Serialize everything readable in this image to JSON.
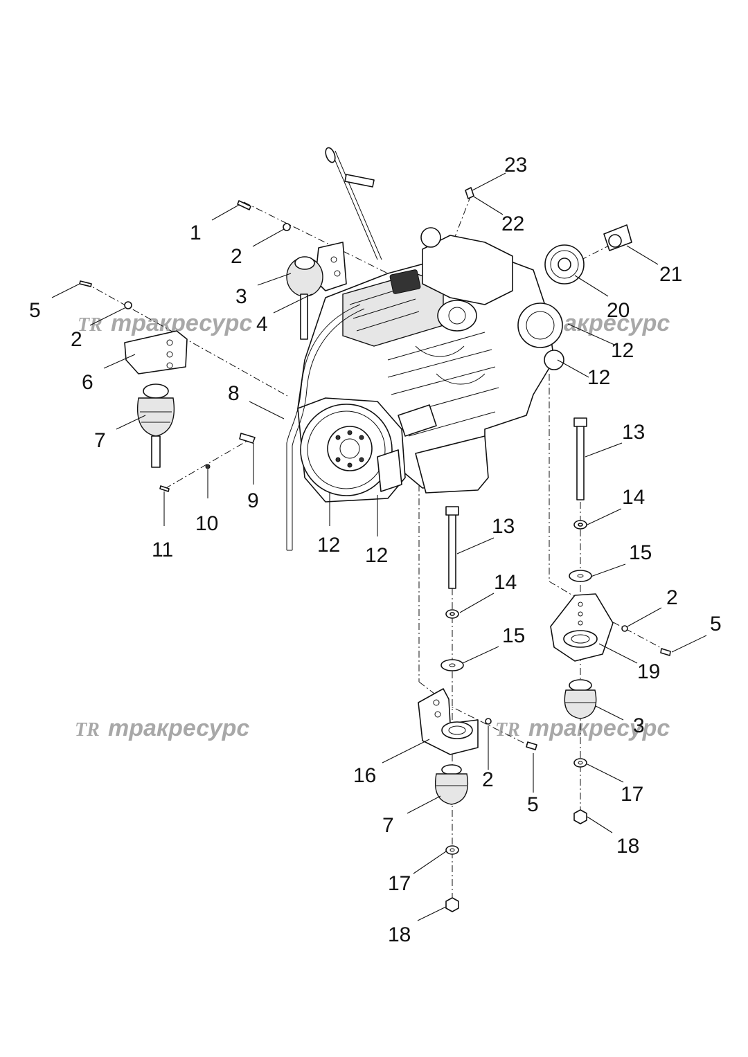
{
  "watermark": {
    "logo": "TR",
    "text": "тракресурс"
  },
  "callouts": {
    "c1": "1",
    "c2a": "2",
    "c3a": "3",
    "c4": "4",
    "c5a": "5",
    "c2b": "2",
    "c6": "6",
    "c7a": "7",
    "c8": "8",
    "c9": "9",
    "c10": "10",
    "c11": "11",
    "c12a": "12",
    "c12b": "12",
    "c12c": "12",
    "c12d": "12",
    "c13a": "13",
    "c13b": "13",
    "c14a": "14",
    "c14b": "14",
    "c15a": "15",
    "c15b": "15",
    "c2c": "2",
    "c5b": "5",
    "c19": "19",
    "c3b": "3",
    "c16": "16",
    "c2d": "2",
    "c5c": "5",
    "c7b": "7",
    "c17a": "17",
    "c17b": "17",
    "c18a": "18",
    "c18b": "18",
    "c20": "20",
    "c21": "21",
    "c22": "22",
    "c23": "23"
  }
}
